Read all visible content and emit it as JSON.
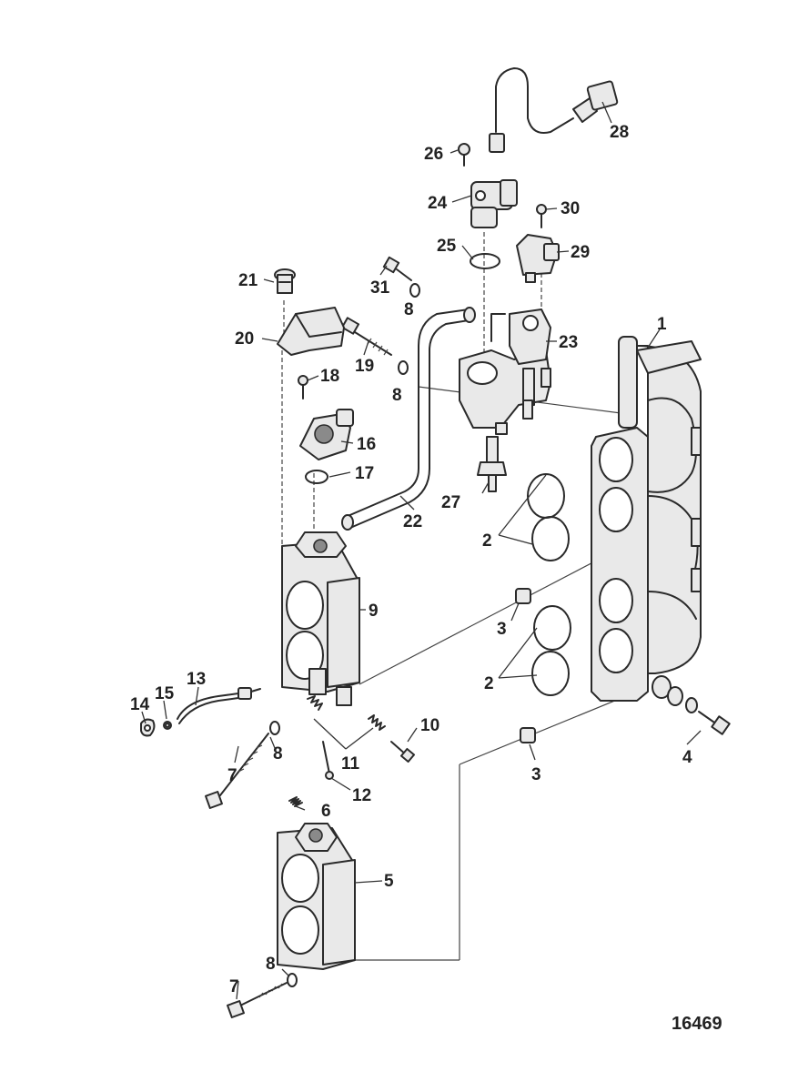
{
  "figure_number": "16469",
  "callouts": {
    "c1": "1",
    "c2a": "2",
    "c2b": "2",
    "c3a": "3",
    "c3b": "3",
    "c4": "4",
    "c5": "5",
    "c6": "6",
    "c7a": "7",
    "c7b": "7",
    "c8a": "8",
    "c8b": "8",
    "c8c": "8",
    "c8d": "8",
    "c9": "9",
    "c10": "10",
    "c11": "11",
    "c12": "12",
    "c13": "13",
    "c14": "14",
    "c15": "15",
    "c16": "16",
    "c17": "17",
    "c18": "18",
    "c19": "19",
    "c20": "20",
    "c21": "21",
    "c22": "22",
    "c23": "23",
    "c24": "24",
    "c25": "25",
    "c26": "26",
    "c27": "27",
    "c28": "28",
    "c29": "29",
    "c30": "30",
    "c31": "31"
  }
}
